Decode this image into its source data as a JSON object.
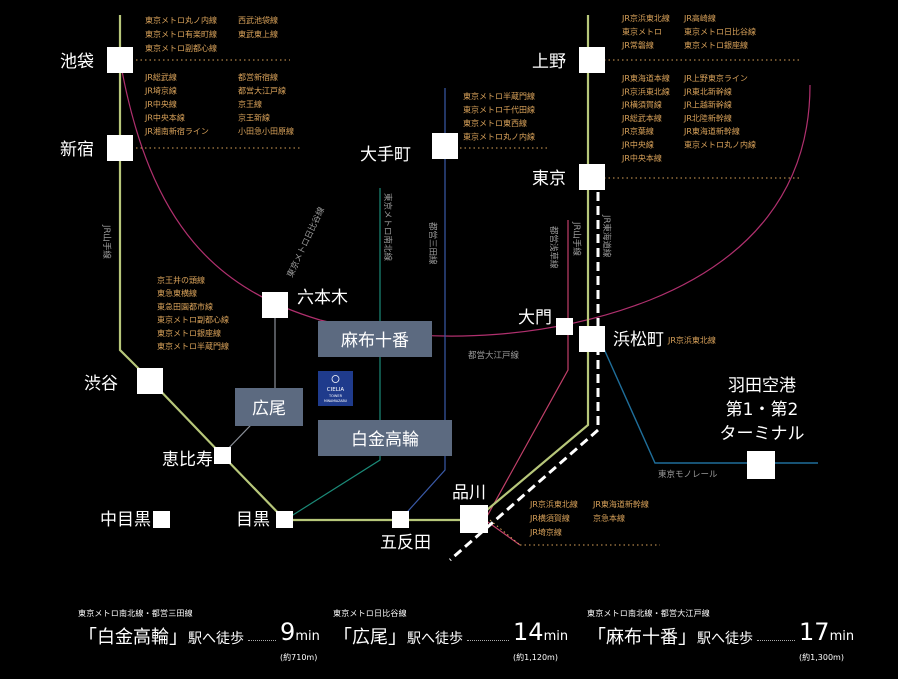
{
  "stations": {
    "ikebukuro": "池袋",
    "shinjuku": "新宿",
    "shibuya": "渋谷",
    "ebisu": "恵比寿",
    "nakameguro": "中目黒",
    "meguro": "目黒",
    "gotanda": "五反田",
    "shinagawa": "品川",
    "hamamatsucho": "浜松町",
    "daimon": "大門",
    "tokyo": "東京",
    "ueno": "上野",
    "otemachi": "大手町",
    "roppongi": "六本木",
    "azabujuban": "麻布十番",
    "hiroo": "広尾",
    "shirokanetakanawa": "白金高輪",
    "haneda_1": "羽田空港",
    "haneda_2": "第1・第2",
    "haneda_3": "ターミナル"
  },
  "line_lists": {
    "ikebukuro": [
      "東京メトロ丸ノ内線",
      "西武池袋線",
      "東京メトロ有楽町線",
      "東武東上線",
      "東京メトロ副都心線"
    ],
    "shinjuku": [
      "JR総武線",
      "都営新宿線",
      "JR埼京線",
      "都営大江戸線",
      "JR中央線",
      "京王線",
      "JR中央本線",
      "京王新線",
      "JR湘南新宿ライン",
      "小田急小田原線"
    ],
    "shibuya": [
      "京王井の頭線",
      "東急東横線",
      "東急田園都市線",
      "東京メトロ副都心線",
      "東京メトロ銀座線",
      "東京メトロ半蔵門線"
    ],
    "otemachi": [
      "東京メトロ半蔵門線",
      "東京メトロ千代田線",
      "東京メトロ東西線",
      "東京メトロ丸ノ内線"
    ],
    "ueno": [
      "JR京浜東北線",
      "JR高崎線",
      "東京メトロ",
      "東京メトロ日比谷線",
      "JR常磐線",
      "東京メトロ銀座線"
    ],
    "tokyo": [
      "JR東海道本線",
      "JR上野東京ライン",
      "JR京浜東北線",
      "JR東北新幹線",
      "JR横須賀線",
      "JR上越新幹線",
      "JR総武本線",
      "JR北陸新幹線",
      "JR京葉線",
      "JR東海道新幹線",
      "JR中央線",
      "東京メトロ丸ノ内線",
      "JR中央本線"
    ],
    "hamamatsucho": [
      "JR京浜東北線"
    ],
    "shinagawa": [
      "JR京浜東北線",
      "JR東海道新幹線",
      "JR横須賀線",
      "京急本線",
      "JR埼京線"
    ]
  },
  "line_names": {
    "yamanote_left": "JR山手線",
    "yamanote_right": "JR山手線",
    "tokaido": "JR東海道線",
    "namboku": "東京メトロ南北線",
    "mita": "都営三田線",
    "asakusa": "都営浅草線",
    "hibiya": "東京メトロ日比谷線",
    "oedo": "都営大江戸線",
    "monorail": "東京モノレール"
  },
  "logo": {
    "name": "CIELIA",
    "sub": "TOWER",
    "area": "MINAMIAZABU"
  },
  "footer": [
    {
      "line": "東京メトロ南北線・都営三田線",
      "open": "「",
      "station": "白金高輪",
      "close": "」",
      "suffix": "駅へ徒歩",
      "minutes": "9",
      "unit": "min",
      "distance": "(約710m)"
    },
    {
      "line": "東京メトロ日比谷線",
      "open": "「",
      "station": "広尾",
      "close": "」",
      "suffix": "駅へ徒歩",
      "minutes": "14",
      "unit": "min",
      "distance": "(約1,120m)"
    },
    {
      "line": "東京メトロ南北線・都営大江戸線",
      "open": "「",
      "station": "麻布十番",
      "close": "」",
      "suffix": "駅へ徒歩",
      "minutes": "17",
      "unit": "min",
      "distance": "(約1,300m)"
    }
  ],
  "colors": {
    "yamanote": "#b7c77a",
    "oedo": "#b0306e",
    "namboku": "#1b8a78",
    "mita": "#3a5aa8",
    "asakusa": "#c2406a",
    "hibiya": "#8a8f98",
    "monorail": "#1f6e9a",
    "line_text": "#d9a25a",
    "highlight_box": "#5c6a80"
  }
}
